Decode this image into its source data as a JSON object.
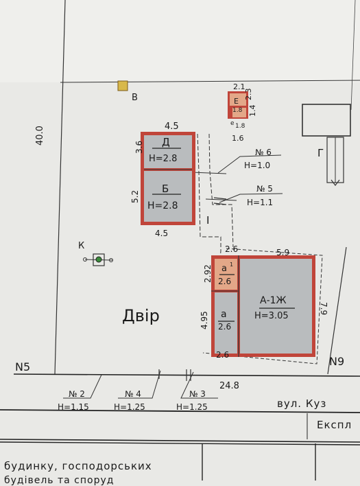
{
  "plan": {
    "dimensions": {
      "left_side": "40.0",
      "d_top": "4.5",
      "d_left": "3.6",
      "b_left": "5.2",
      "b_bottom": "4.5",
      "a_top": "2.6",
      "a_top_right": "5.9",
      "a_left_upper": "2.92",
      "a_left_lower": "4.95",
      "a_right": "7.9",
      "a_bottom": "2.6",
      "bottom_total": "24.8",
      "e_top": "2.1",
      "e_right": "2.3",
      "e_right2": "1.4",
      "e_bottom": "1.6"
    },
    "buildings": {
      "d": {
        "letter": "Д",
        "height": "Н=2.8"
      },
      "b": {
        "letter": "Б",
        "height": "Н=2.8"
      },
      "e": {
        "letter": "Е",
        "height": "1.8"
      },
      "e_small": {
        "letter": "е",
        "height": "1.8"
      },
      "a_main": {
        "letter": "А-1Ж",
        "height": "Н=3.05"
      },
      "a_ext": {
        "letter": "а",
        "height": "2.6"
      },
      "a1_ext": {
        "letter": "а",
        "sup": "1",
        "height": "2.6"
      }
    },
    "fences": {
      "n6": {
        "label": "№ 6",
        "height": "Н=1.0"
      },
      "n5": {
        "label": "№ 5",
        "height": "Н=1.1"
      },
      "n2": {
        "label": "№ 2",
        "height": "Н=1.15"
      },
      "n4": {
        "label": "№ 4",
        "height": "Н=1.25"
      },
      "n3": {
        "label": "№ 3",
        "height": "Н=1.25"
      }
    },
    "markers": {
      "b_point": "В",
      "k_point": "К",
      "roman_one": "І",
      "g_letter": "Г"
    },
    "neighbors": {
      "left": "N5",
      "right": "N9"
    },
    "yard": "Двір"
  },
  "footer": {
    "street": "вул. Куз",
    "ekspl": "Експл",
    "text1": "будинку, господорських",
    "text2": "будівель та споруд"
  },
  "colors": {
    "paper": "#e9e9e6",
    "wall_red": "#c0453a",
    "building_fill": "#b9bcbe",
    "shed_fill": "#e3a788",
    "marker_yellow": "#d8b84a"
  }
}
